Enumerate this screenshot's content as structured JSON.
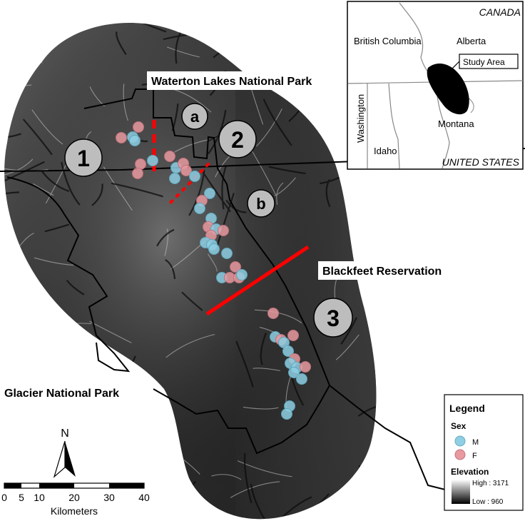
{
  "map": {
    "labels": {
      "waterton": "Waterton Lakes National Park",
      "blackfeet": "Blackfeet Reservation",
      "glacier": "Glacier National Park"
    },
    "regions": [
      "1",
      "2",
      "3"
    ],
    "subregions": [
      "a",
      "b"
    ]
  },
  "inset": {
    "canada": "CANADA",
    "us": "UNITED STATES",
    "bc": "British Columbia",
    "alberta": "Alberta",
    "montana": "Montana",
    "washington": "Washington",
    "idaho": "Idaho",
    "study_area": "Study Area"
  },
  "legend": {
    "title": "Legend",
    "sex_title": "Sex",
    "male": "M",
    "female": "F",
    "elevation_title": "Elevation",
    "high": "High : 3171",
    "low": "Low : 960",
    "male_color": "#8ecfe3",
    "female_color": "#e89aa0"
  },
  "scale": {
    "ticks": [
      "0",
      "5",
      "10",
      "20",
      "30",
      "40"
    ],
    "unit": "Kilometers"
  },
  "north": "N",
  "colors": {
    "barrier": "#ff0000"
  }
}
